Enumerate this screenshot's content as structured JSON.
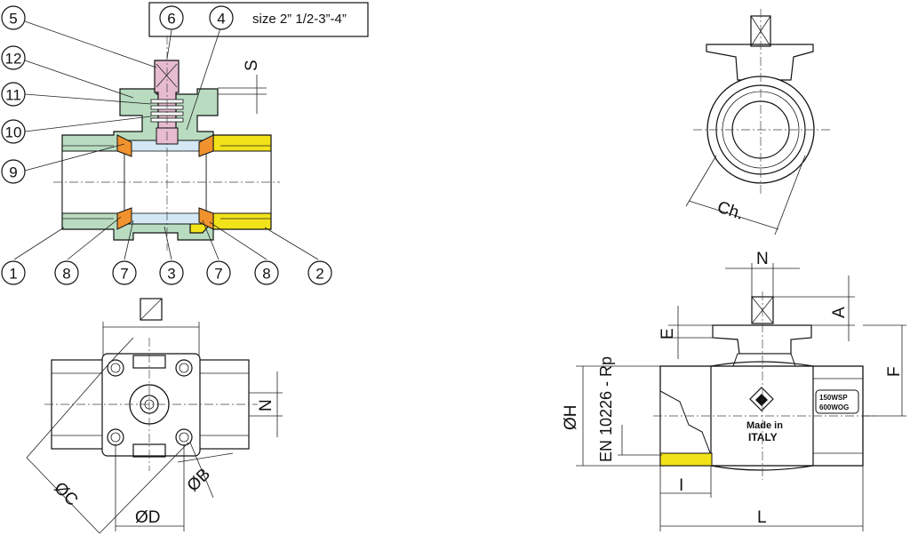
{
  "size_note": "size 2” 1/2-3”-4”",
  "callouts": [
    "5",
    "6",
    "4",
    "12",
    "11",
    "10",
    "9",
    "1",
    "8",
    "7",
    "3",
    "7",
    "8",
    "2"
  ],
  "dimensions": {
    "S": "S",
    "N_top": "N",
    "A": "A",
    "E": "E",
    "F": "F",
    "H": "ØH",
    "standard": "EN 10226 - Rp",
    "I": "I",
    "L": "L",
    "N_plan": "N",
    "C": "ØC",
    "D": "ØD",
    "B": "ØB",
    "Ch": "Ch."
  },
  "marking": {
    "line1": "Made in",
    "line2": "ITALY",
    "rating1": "150WSP",
    "rating2": "600WOG"
  },
  "colors": {
    "body_green": "#b9dcc1",
    "insert_yellow": "#f2e21a",
    "stem_pink": "#e7bcd0",
    "seat_orange": "#f0922e",
    "ball_blue": "#d3e8f4"
  },
  "icons": [
    "square-drive-icon",
    "brand-logo-icon"
  ]
}
